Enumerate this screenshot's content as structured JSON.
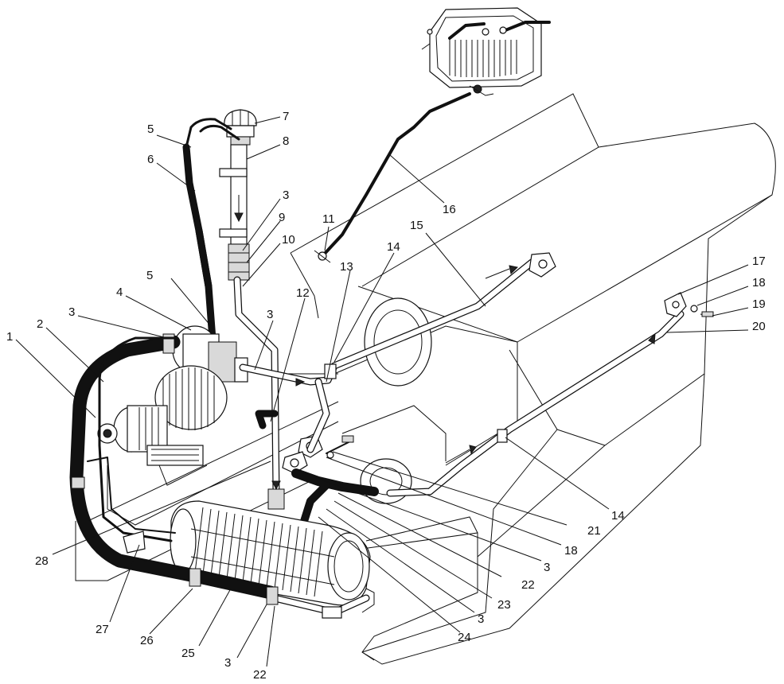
{
  "callouts": [
    {
      "id": "c1",
      "text": "1"
    },
    {
      "id": "c2",
      "text": "2"
    },
    {
      "id": "c3a",
      "text": "3"
    },
    {
      "id": "c4",
      "text": "4"
    },
    {
      "id": "c5a",
      "text": "5"
    },
    {
      "id": "c5b",
      "text": "5"
    },
    {
      "id": "c6",
      "text": "6"
    },
    {
      "id": "c7",
      "text": "7"
    },
    {
      "id": "c8",
      "text": "8"
    },
    {
      "id": "c3b",
      "text": "3"
    },
    {
      "id": "c9",
      "text": "9"
    },
    {
      "id": "c10",
      "text": "10"
    },
    {
      "id": "c11",
      "text": "11"
    },
    {
      "id": "c12",
      "text": "12"
    },
    {
      "id": "c3c",
      "text": "3"
    },
    {
      "id": "c13",
      "text": "13"
    },
    {
      "id": "c14a",
      "text": "14"
    },
    {
      "id": "c15",
      "text": "15"
    },
    {
      "id": "c16",
      "text": "16"
    },
    {
      "id": "c17",
      "text": "17"
    },
    {
      "id": "c18a",
      "text": "18"
    },
    {
      "id": "c19",
      "text": "19"
    },
    {
      "id": "c20",
      "text": "20"
    },
    {
      "id": "c14b",
      "text": "14"
    },
    {
      "id": "c21",
      "text": "21"
    },
    {
      "id": "c18b",
      "text": "18"
    },
    {
      "id": "c3d",
      "text": "3"
    },
    {
      "id": "c22a",
      "text": "22"
    },
    {
      "id": "c23",
      "text": "23"
    },
    {
      "id": "c3e",
      "text": "3"
    },
    {
      "id": "c24",
      "text": "24"
    },
    {
      "id": "c28",
      "text": "28"
    },
    {
      "id": "c27",
      "text": "27"
    },
    {
      "id": "c26",
      "text": "26"
    },
    {
      "id": "c25",
      "text": "25"
    },
    {
      "id": "c3f",
      "text": "3"
    },
    {
      "id": "c22b",
      "text": "22"
    }
  ]
}
